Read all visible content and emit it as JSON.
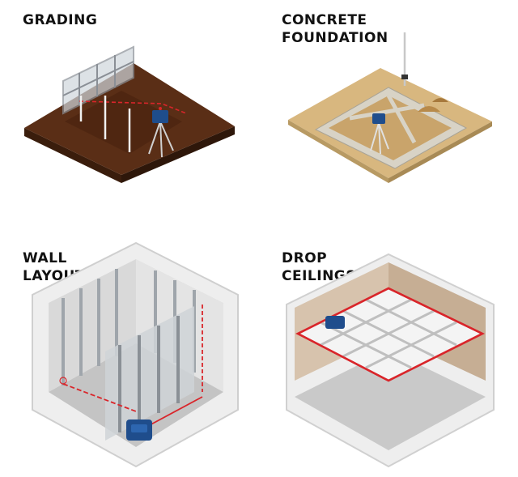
{
  "panels": [
    {
      "id": "grading",
      "title_lines": [
        "GRADING"
      ]
    },
    {
      "id": "concrete-foundation",
      "title_lines": [
        "CONCRETE",
        "FOUNDATION"
      ]
    },
    {
      "id": "wall-layout",
      "title_lines": [
        "WALL",
        "LAYOUT"
      ]
    },
    {
      "id": "drop-ceilings",
      "title_lines": [
        "DROP",
        "CEILINGS"
      ]
    }
  ],
  "colors": {
    "laser_red": "#d9252a",
    "laser_blue": "#1f4d8c",
    "soil": "#5a2e16",
    "sand": "#d8b77f",
    "concrete": "#d8d3c6",
    "floor": "#b9b9b9",
    "wall_tan": "#d7c3ad"
  },
  "icons": [
    "laser-level-icon",
    "tripod-icon",
    "grade-rod-icon"
  ]
}
